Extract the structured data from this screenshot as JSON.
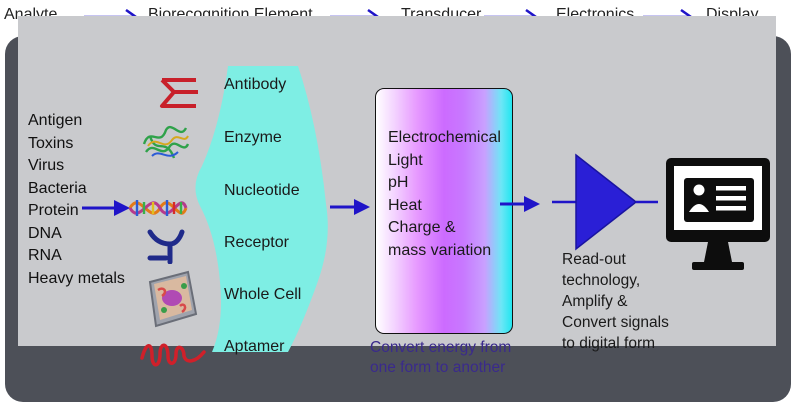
{
  "header": {
    "steps": [
      "Analyte",
      "Biorecognition Element",
      "Transducer",
      "Electronics",
      "Display"
    ]
  },
  "analytes": [
    "Antigen",
    "Toxins",
    "Virus",
    "Bacteria",
    "Protein",
    "DNA",
    "RNA",
    "Heavy metals"
  ],
  "biorecognition": [
    "Antibody",
    "Enzyme",
    "Nucleotide",
    "Receptor",
    "Whole Cell",
    "Aptamer"
  ],
  "transducer": {
    "signals": [
      "Electrochemical",
      "Light",
      "pH",
      "Heat",
      "Charge &",
      "mass variation"
    ],
    "caption_lines": [
      "Convert energy from",
      "one form to another"
    ]
  },
  "electronics": {
    "caption_lines": [
      "Read-out",
      "technology,",
      "Amplify &",
      "Convert signals",
      "to digital form"
    ]
  },
  "colors": {
    "arrow": "#1f14c8",
    "panel": "#4d5058",
    "inner": "#c9cacd",
    "bio_shape": "#7eeee4",
    "amplifier": "#2a1fd6",
    "caption_transducer": "#3a2a8c"
  }
}
